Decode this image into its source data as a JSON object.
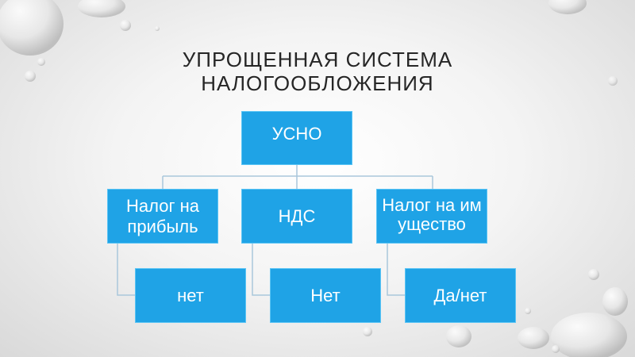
{
  "title_line1": "УПРОЩЕННАЯ СИСТЕМА",
  "title_line2": "НАЛОГООБЛОЖЕНИЯ",
  "root": {
    "label": "УСНО"
  },
  "categories": [
    {
      "label": "Налог на прибыль",
      "answer": "нет"
    },
    {
      "label": "НДС",
      "answer": "Нет"
    },
    {
      "label": "Налог на имущество",
      "answer": "Да/нет"
    }
  ],
  "colors": {
    "box_fill": "#1fa3e6",
    "box_border": "#5ac4f5",
    "connector": "#a9c7db"
  }
}
